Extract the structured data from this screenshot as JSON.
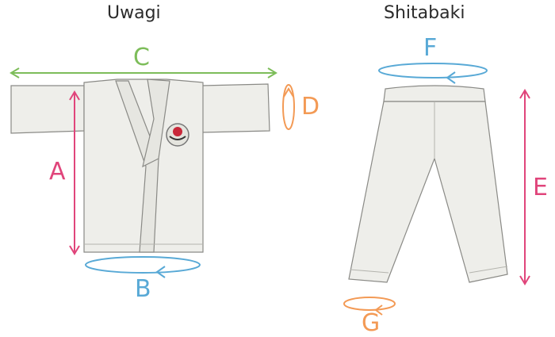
{
  "titles": {
    "jacket": "Uwagi",
    "pants": "Shitabaki"
  },
  "labels": {
    "a": "A",
    "b": "B",
    "c": "C",
    "d": "D",
    "e": "E",
    "f": "F",
    "g": "G"
  },
  "colors": {
    "a": "#e0457b",
    "b": "#58a9d6",
    "c": "#7dbd5a",
    "d": "#f39a55",
    "e": "#e0457b",
    "f": "#58a9d6",
    "g": "#f39a55",
    "fabric": "#eeeeea",
    "outline": "#8a8a86",
    "emblem": "#c8283a"
  }
}
